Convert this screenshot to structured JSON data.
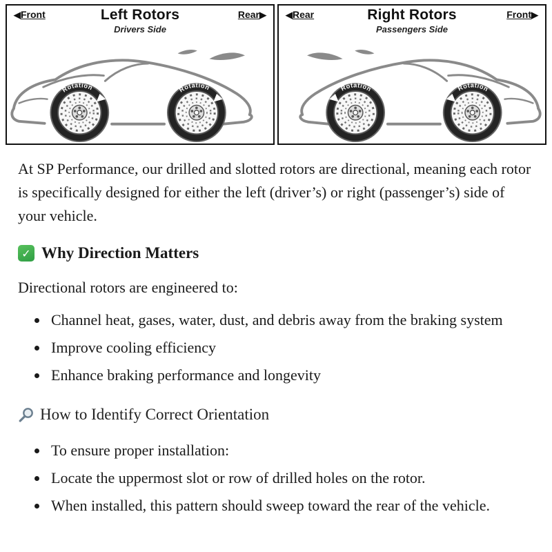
{
  "diagram": {
    "rotation_label": "Rotation",
    "left_panel": {
      "title": "Left Rotors",
      "subtitle": "Drivers Side",
      "left_label": "Front",
      "right_label": "Rear"
    },
    "right_panel": {
      "title": "Right Rotors",
      "subtitle": "Passengers Side",
      "left_label": "Rear",
      "right_label": "Front"
    }
  },
  "icons": {
    "check": "check-icon",
    "magnifier": "magnifier-icon"
  },
  "colors": {
    "check_green": "#2f9e44",
    "diagram_line_gray": "#8a8a8a",
    "text": "#1a1a1a"
  },
  "content": {
    "intro": "At SP Performance, our drilled and slotted rotors are directional, meaning each rotor is specifically designed for either the left (driver’s) or right (passenger’s) side of your vehicle.",
    "section1": {
      "heading": "Why Direction Matters",
      "lead": "Directional rotors are engineered to:",
      "bullets": [
        "Channel heat, gases, water, dust, and debris away from the braking system",
        "Improve cooling efficiency",
        "Enhance braking performance and longevity"
      ]
    },
    "section2": {
      "heading": "How to Identify Correct Orientation",
      "bullets": [
        "To ensure proper installation:",
        "Locate the uppermost slot or row of drilled holes on the rotor.",
        "When installed, this pattern should sweep toward the rear of the vehicle."
      ]
    }
  }
}
